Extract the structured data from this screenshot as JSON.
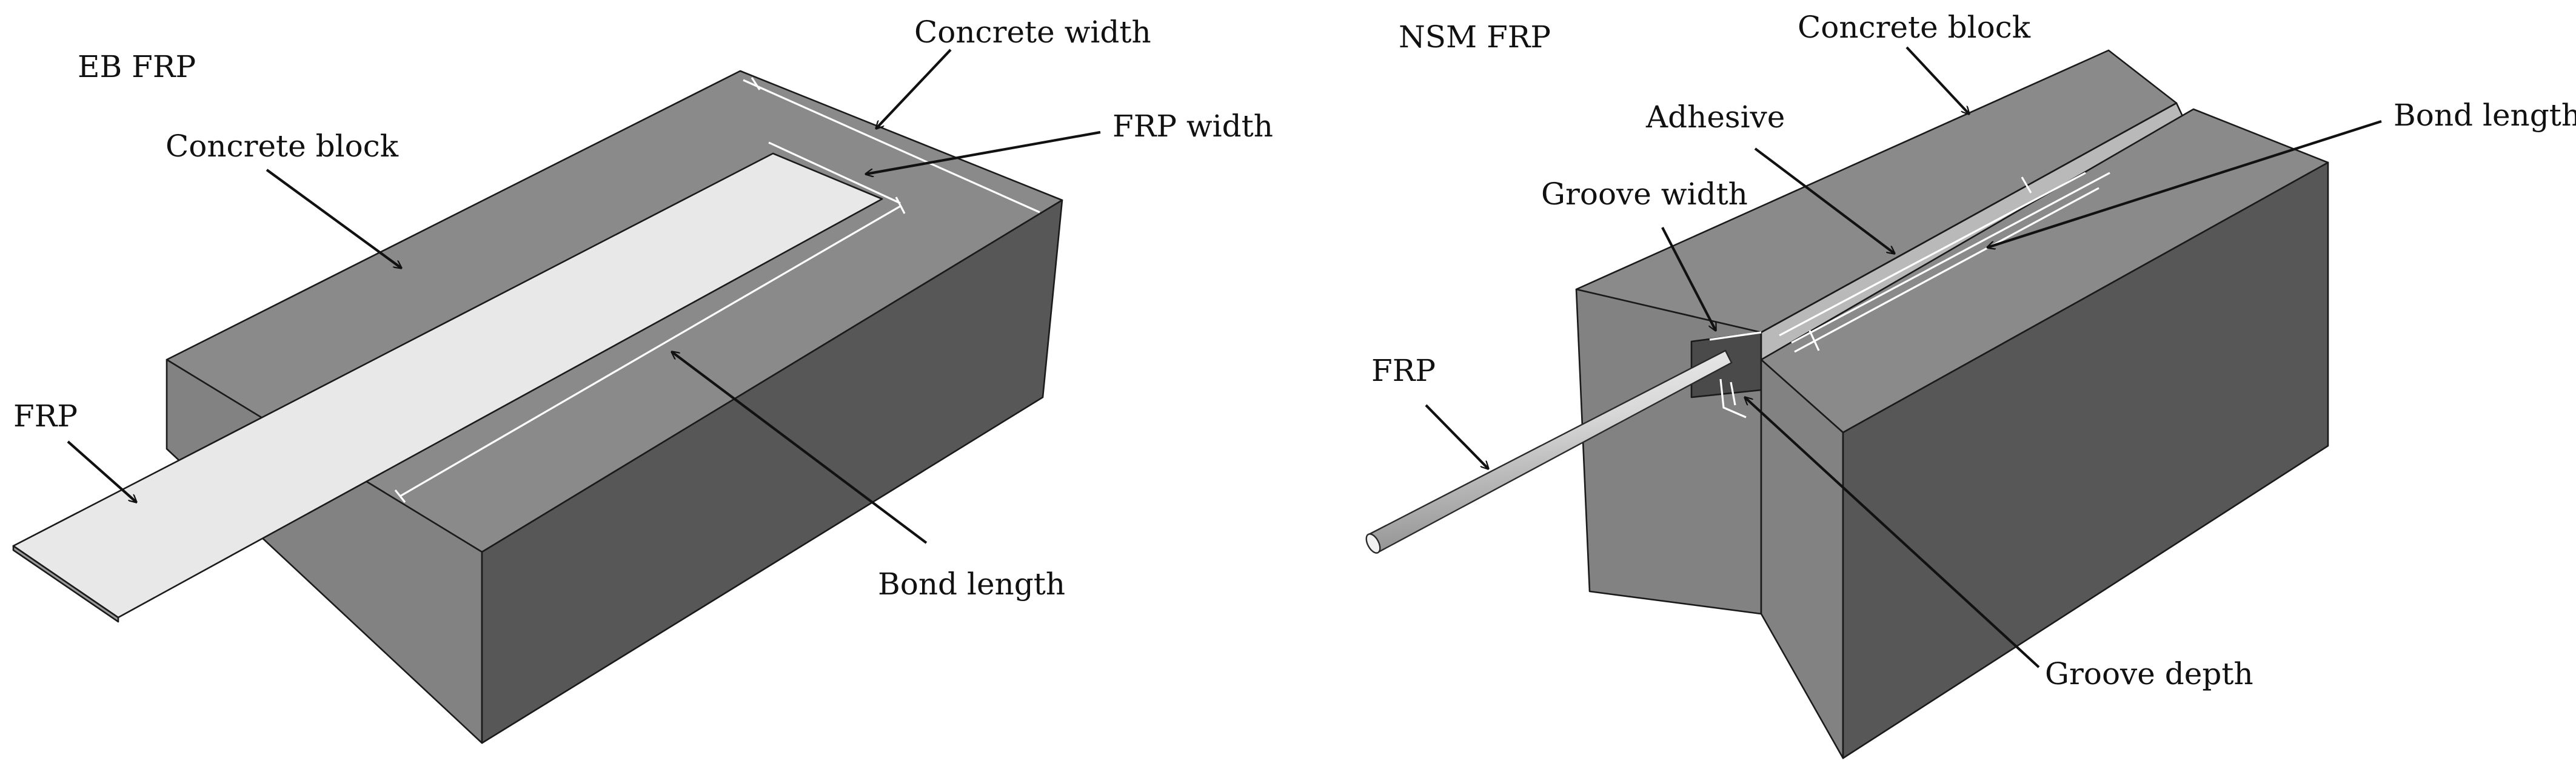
{
  "panels": {
    "eb": {
      "title": "EB FRP",
      "labels": {
        "concrete_width": "Concrete width",
        "frp_width": "FRP width",
        "concrete_block": "Concrete block",
        "frp": "FRP",
        "bond_length": "Bond length"
      }
    },
    "nsm": {
      "title": "NSM FRP",
      "labels": {
        "concrete_block": "Concrete block",
        "adhesive": "Adhesive",
        "bond_length": "Bond length",
        "groove_width": "Groove width",
        "frp": "FRP",
        "groove_depth": "Groove depth"
      }
    }
  },
  "colors": {
    "concrete_top": "#8a8a8a",
    "concrete_front": "#828282",
    "concrete_side": "#575757",
    "frp_plate": "#e8e8e8",
    "adhesive": "#b9b9b9",
    "background": "#ffffff"
  }
}
